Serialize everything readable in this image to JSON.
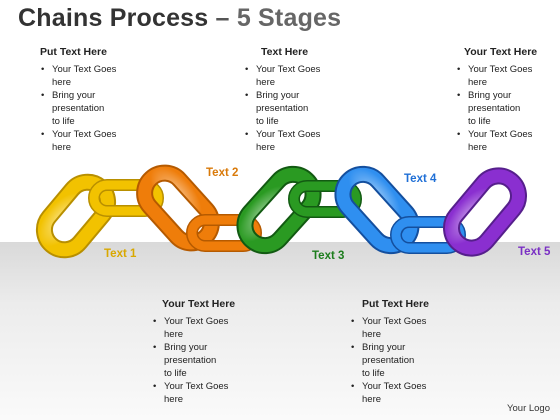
{
  "title": {
    "main": "Chains Process",
    "separator": "–",
    "sub": "5 Stages"
  },
  "blocks": [
    {
      "heading": "Put Text Here",
      "bullets": [
        [
          "Your Text Goes",
          "here"
        ],
        [
          "Bring your",
          "presentation",
          "to life"
        ],
        [
          "Your Text Goes",
          "here"
        ]
      ]
    },
    {
      "heading": "Text Here",
      "bullets": [
        [
          "Your Text Goes",
          "here"
        ],
        [
          "Bring your",
          "presentation",
          "to life"
        ],
        [
          "Your Text Goes",
          "here"
        ]
      ]
    },
    {
      "heading": "Your Text Here",
      "bullets": [
        [
          "Your Text Goes",
          "here"
        ],
        [
          "Bring your",
          "presentation",
          "to life"
        ],
        [
          "Your Text Goes",
          "here"
        ]
      ]
    },
    {
      "heading": "Your Text Here",
      "bullets": [
        [
          "Your Text Goes",
          "here"
        ],
        [
          "Bring your",
          "presentation",
          "to life"
        ],
        [
          "Your Text Goes",
          "here"
        ]
      ]
    },
    {
      "heading": "Put Text Here",
      "bullets": [
        [
          "Your Text Goes",
          "here"
        ],
        [
          "Bring your",
          "presentation",
          "to life"
        ],
        [
          "Your Text Goes",
          "here"
        ]
      ]
    }
  ],
  "stages": [
    {
      "label": "Text 1",
      "color": "#d9a800",
      "link_color": "#f2c200"
    },
    {
      "label": "Text 2",
      "color": "#d97a0a",
      "link_color": "#ef7d0a"
    },
    {
      "label": "Text 3",
      "color": "#1c7d1c",
      "link_color": "#2a9a22"
    },
    {
      "label": "Text 4",
      "color": "#1f6fd6",
      "link_color": "#2f8ff0"
    },
    {
      "label": "Text 5",
      "color": "#7a2fc4",
      "link_color": "#8a2fd0"
    }
  ],
  "logo": "Your Logo"
}
